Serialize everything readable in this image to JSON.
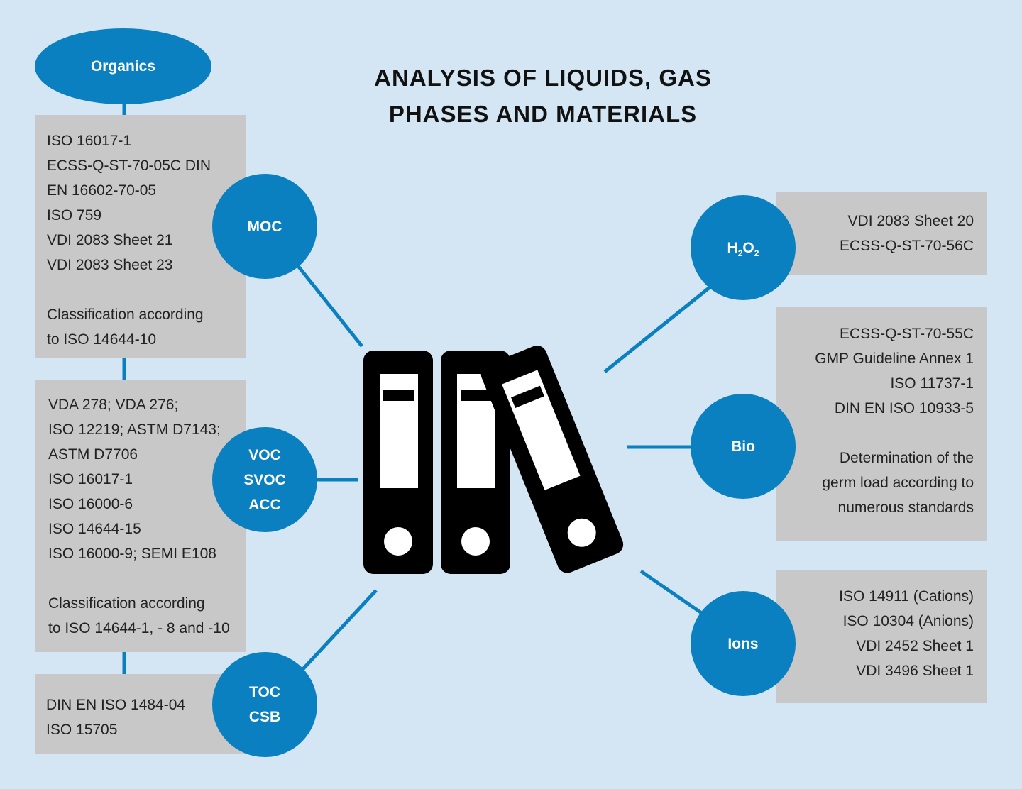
{
  "title": {
    "line1": "ANALYSIS OF LIQUIDS, GAS",
    "line2": "PHASES AND MATERIALS"
  },
  "organics": {
    "label": "Organics"
  },
  "left": {
    "moc": {
      "label": "MOC",
      "lines": [
        "ISO 16017-1",
        "ECSS-Q-ST-70-05C DIN",
        "EN 16602-70-05",
        "ISO 759",
        "VDI 2083 Sheet 21",
        "VDI 2083 Sheet 23"
      ],
      "note": [
        "Classification according",
        "to ISO 14644-10"
      ]
    },
    "voc": {
      "label": [
        "VOC",
        "SVOC",
        "ACC"
      ],
      "lines": [
        "VDA 278; VDA 276;",
        "ISO 12219; ASTM D7143;",
        "ASTM D7706",
        "ISO 16017-1",
        "ISO 16000-6",
        "ISO 14644-15",
        "ISO 16000-9; SEMI E108"
      ],
      "note": [
        "Classification according",
        "to ISO 14644-1, - 8 and -10"
      ]
    },
    "toc": {
      "label": [
        "TOC",
        "CSB"
      ],
      "lines": [
        "DIN EN ISO 1484-04",
        "ISO 15705"
      ]
    }
  },
  "right": {
    "h2o2": {
      "label_main": "H",
      "label_sub1": "2",
      "label_mid": "O",
      "label_sub2": "2",
      "lines": [
        "VDI 2083 Sheet 20",
        "ECSS-Q-ST-70-56C"
      ]
    },
    "bio": {
      "label": "Bio",
      "lines": [
        "ECSS-Q-ST-70-55C",
        "GMP Guideline Annex 1",
        "ISO 11737-1",
        "DIN EN ISO 10933-5"
      ],
      "note": [
        "Determination of the",
        "germ load according to",
        "numerous standards"
      ]
    },
    "ions": {
      "label": "Ions",
      "lines": [
        "ISO 14911 (Cations)",
        "ISO 10304 (Anions)",
        "VDI 2452 Sheet 1",
        "VDI 3496 Sheet 1"
      ]
    }
  },
  "colors": {
    "background": "#d4e6f4",
    "accent": "#0a80c1",
    "box": "#c8c8c8",
    "icon": "#000000"
  },
  "icon": "binders-icon"
}
